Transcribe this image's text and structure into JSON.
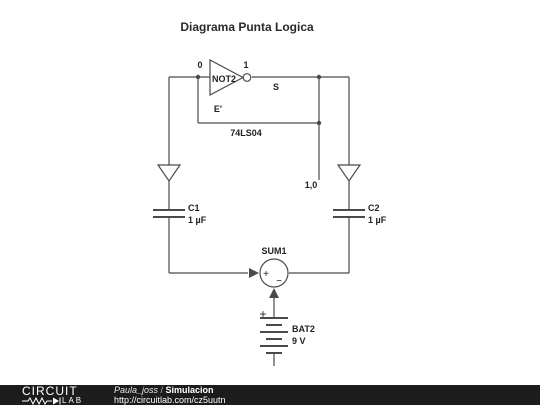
{
  "title": "Diagrama Punta Logica",
  "gate": {
    "name": "NOT2",
    "part": "74LS04",
    "input_pin": "0",
    "output_pin": "1"
  },
  "nodes": {
    "output": "S",
    "feedback": "E'",
    "probe": "1,0"
  },
  "capacitors": [
    {
      "name": "C1",
      "value": "1 µF"
    },
    {
      "name": "C2",
      "value": "1 µF"
    }
  ],
  "summer": {
    "name": "SUM1",
    "plus": "+",
    "minus": "−"
  },
  "battery": {
    "name": "BAT2",
    "value": "9 V",
    "plus": "+"
  },
  "footer": {
    "logo_top": "CIRCUIT",
    "logo_bottom": "LAB",
    "author": "Paula_joss",
    "separator": " / ",
    "project": "Simulacion",
    "url": "http://circuitlab.com/cz5uutn"
  },
  "colors": {
    "wire": "#4a4a4a",
    "footer_bg": "#1c1c1c",
    "text": "#222222"
  }
}
